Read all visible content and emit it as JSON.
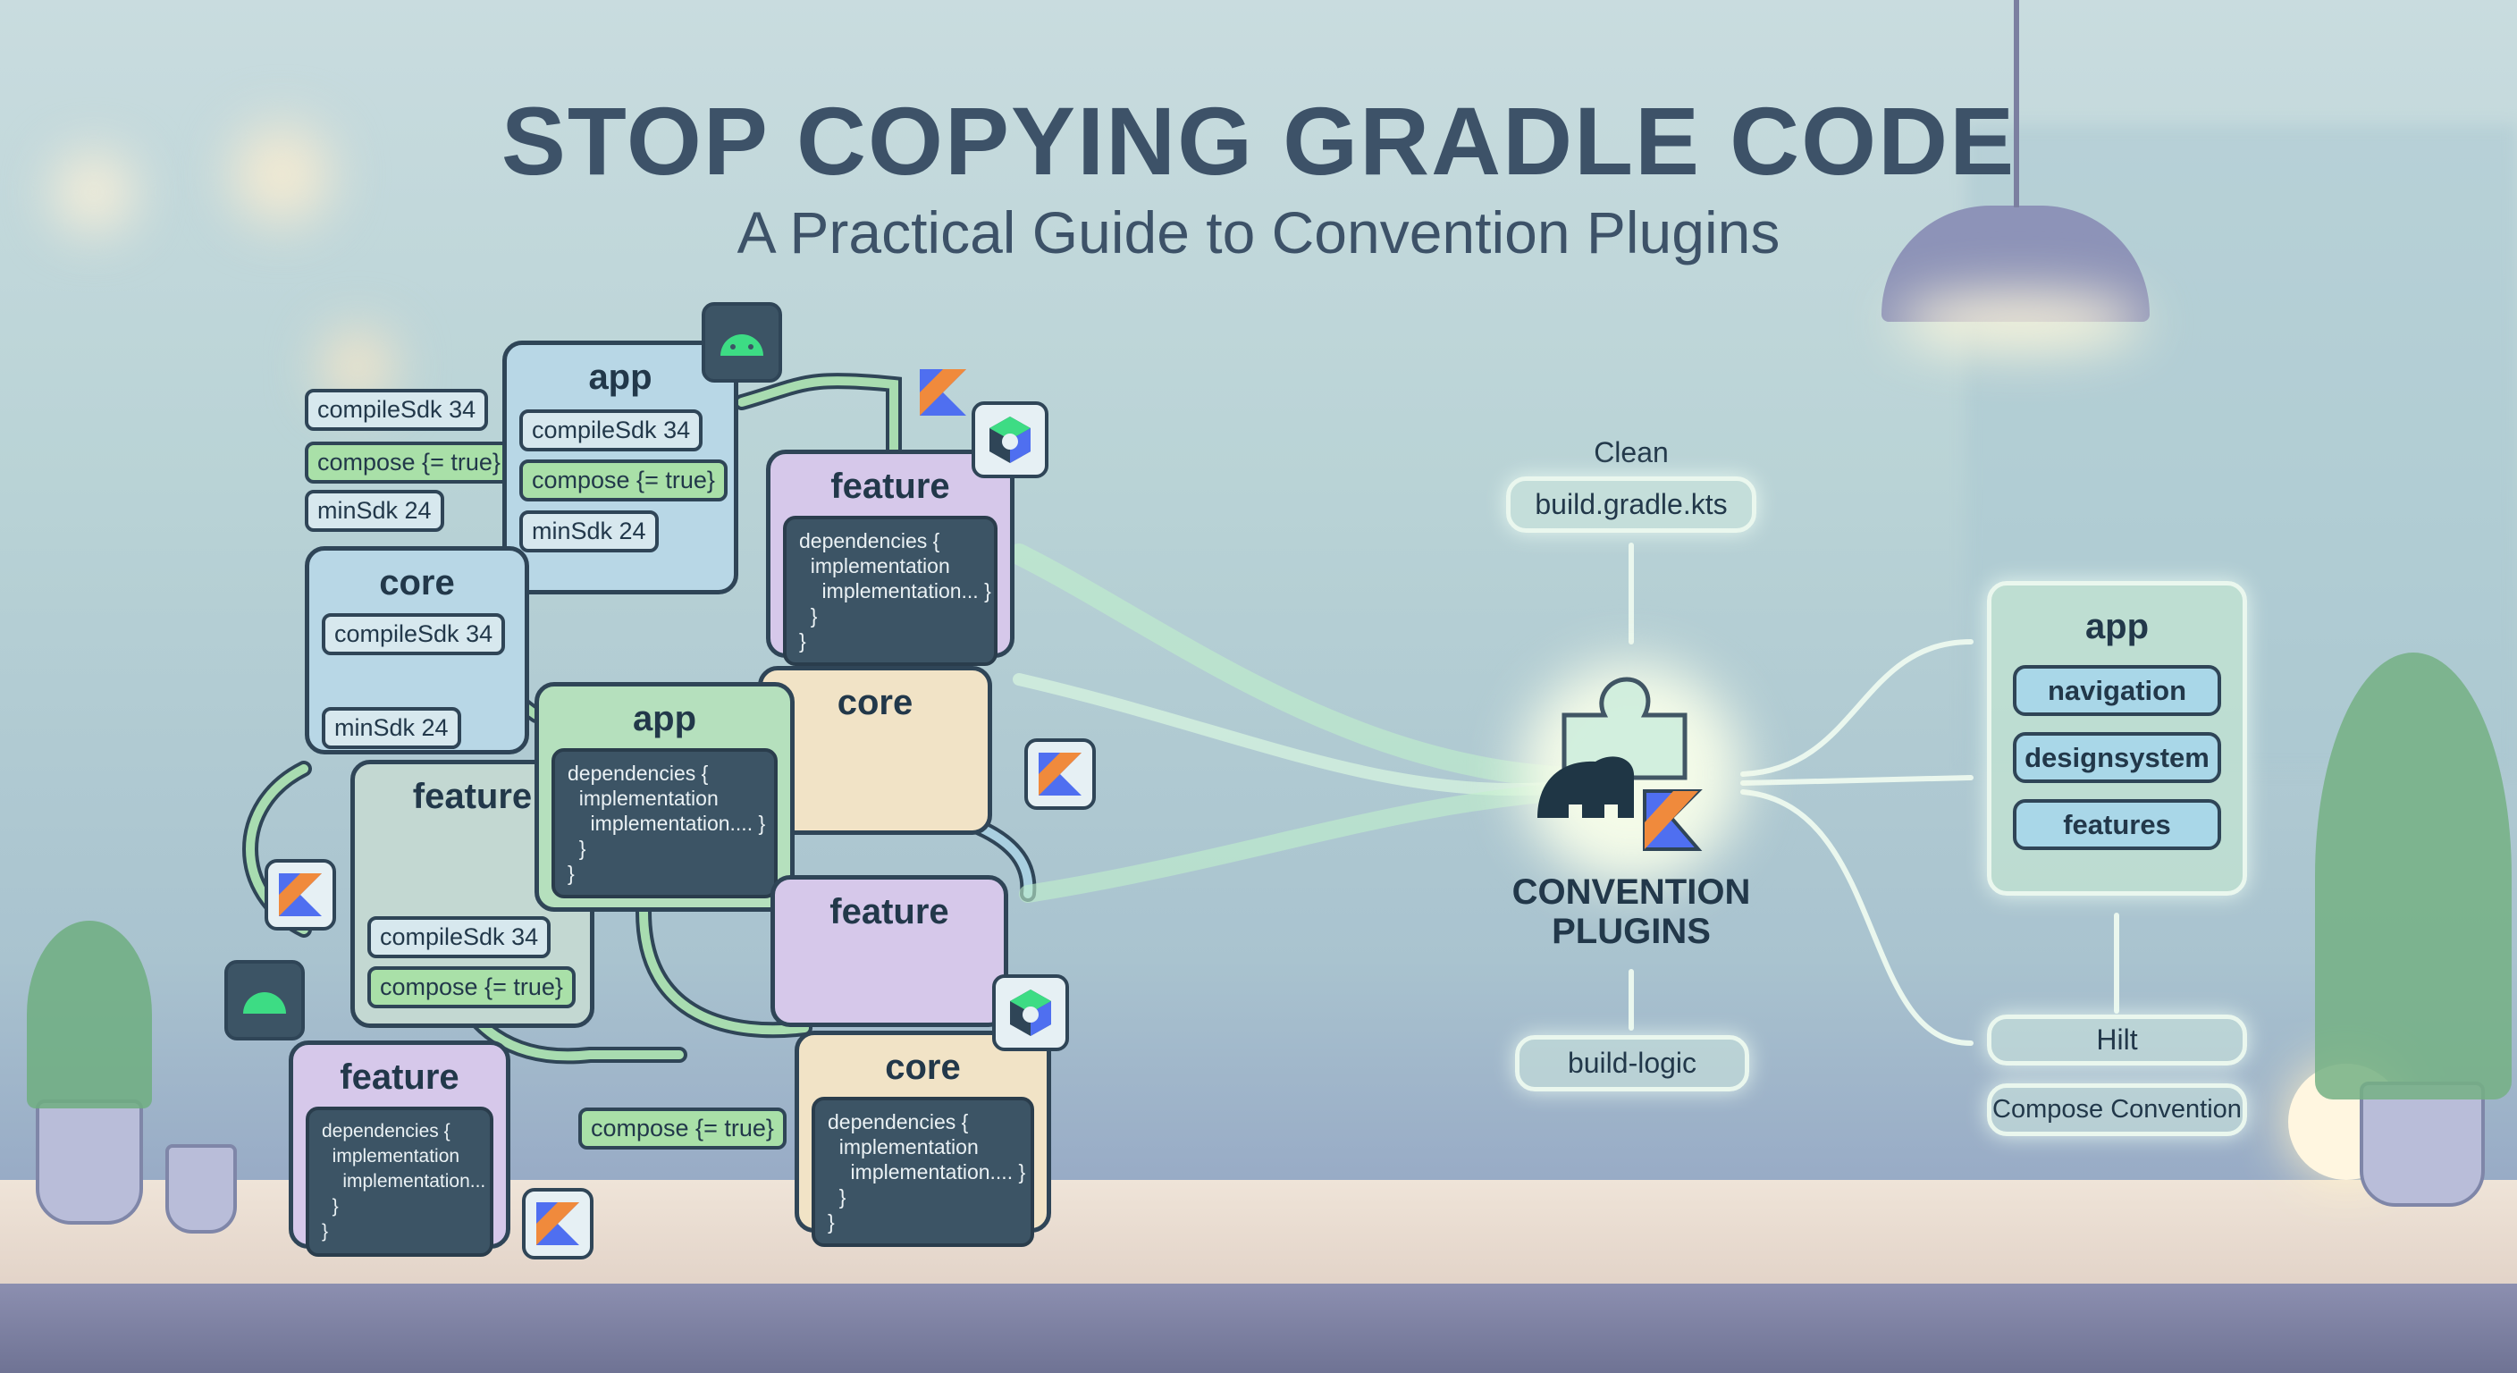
{
  "header": {
    "title": "STOP COPYING GRADLE CODE",
    "subtitle": "A Practical Guide to Convention Plugins"
  },
  "messy_cluster": {
    "loose_chips": [
      "compileSdk 34",
      "compose {= true}",
      "minSdk 24"
    ],
    "app_blue": {
      "title": "app",
      "chips": [
        "compileSdk 34",
        "compose {= true}",
        "minSdk 24"
      ]
    },
    "core_blue": {
      "title": "core",
      "chips": [
        "compileSdk 34",
        "minSdk 24"
      ]
    },
    "feature_purple_top": {
      "title": "feature",
      "code": "dependencies {\n  implementation\n    implementation... }\n  }\n}"
    },
    "core_beige_top": {
      "title": "core"
    },
    "app_green": {
      "title": "app",
      "code": "dependencies {\n  implementation\n    implementation.... }\n  }\n}"
    },
    "feature_sage": {
      "title": "feature",
      "chips": [
        "compileSdk 34",
        "compose {= true}"
      ]
    },
    "feature_purple_mid": {
      "title": "feature"
    },
    "feature_purple_bottom": {
      "title": "feature",
      "code": "dependencies {\n  implementation\n    implementation...\n  }\n}"
    },
    "compose_chip": "compose {= true}",
    "core_beige_bottom": {
      "title": "core",
      "code": "dependencies {\n  implementation\n    implementation.... }\n  }\n}"
    }
  },
  "clean_side": {
    "clean_label": "Clean",
    "build_file": "build.gradle.kts",
    "plugin_label_line1": "CONVENTION",
    "plugin_label_line2": "PLUGINS",
    "build_logic": "build-logic",
    "app_panel": {
      "title": "app",
      "modules": [
        "navigation",
        "designsystem",
        "features"
      ]
    },
    "hilt": "Hilt",
    "compose_convention": "Compose Convention"
  },
  "colors": {
    "kotlin_orange": "#f08a3c",
    "kotlin_blue": "#4f6ff0",
    "android_green": "#3ddc84",
    "dark": "#2f4557"
  }
}
